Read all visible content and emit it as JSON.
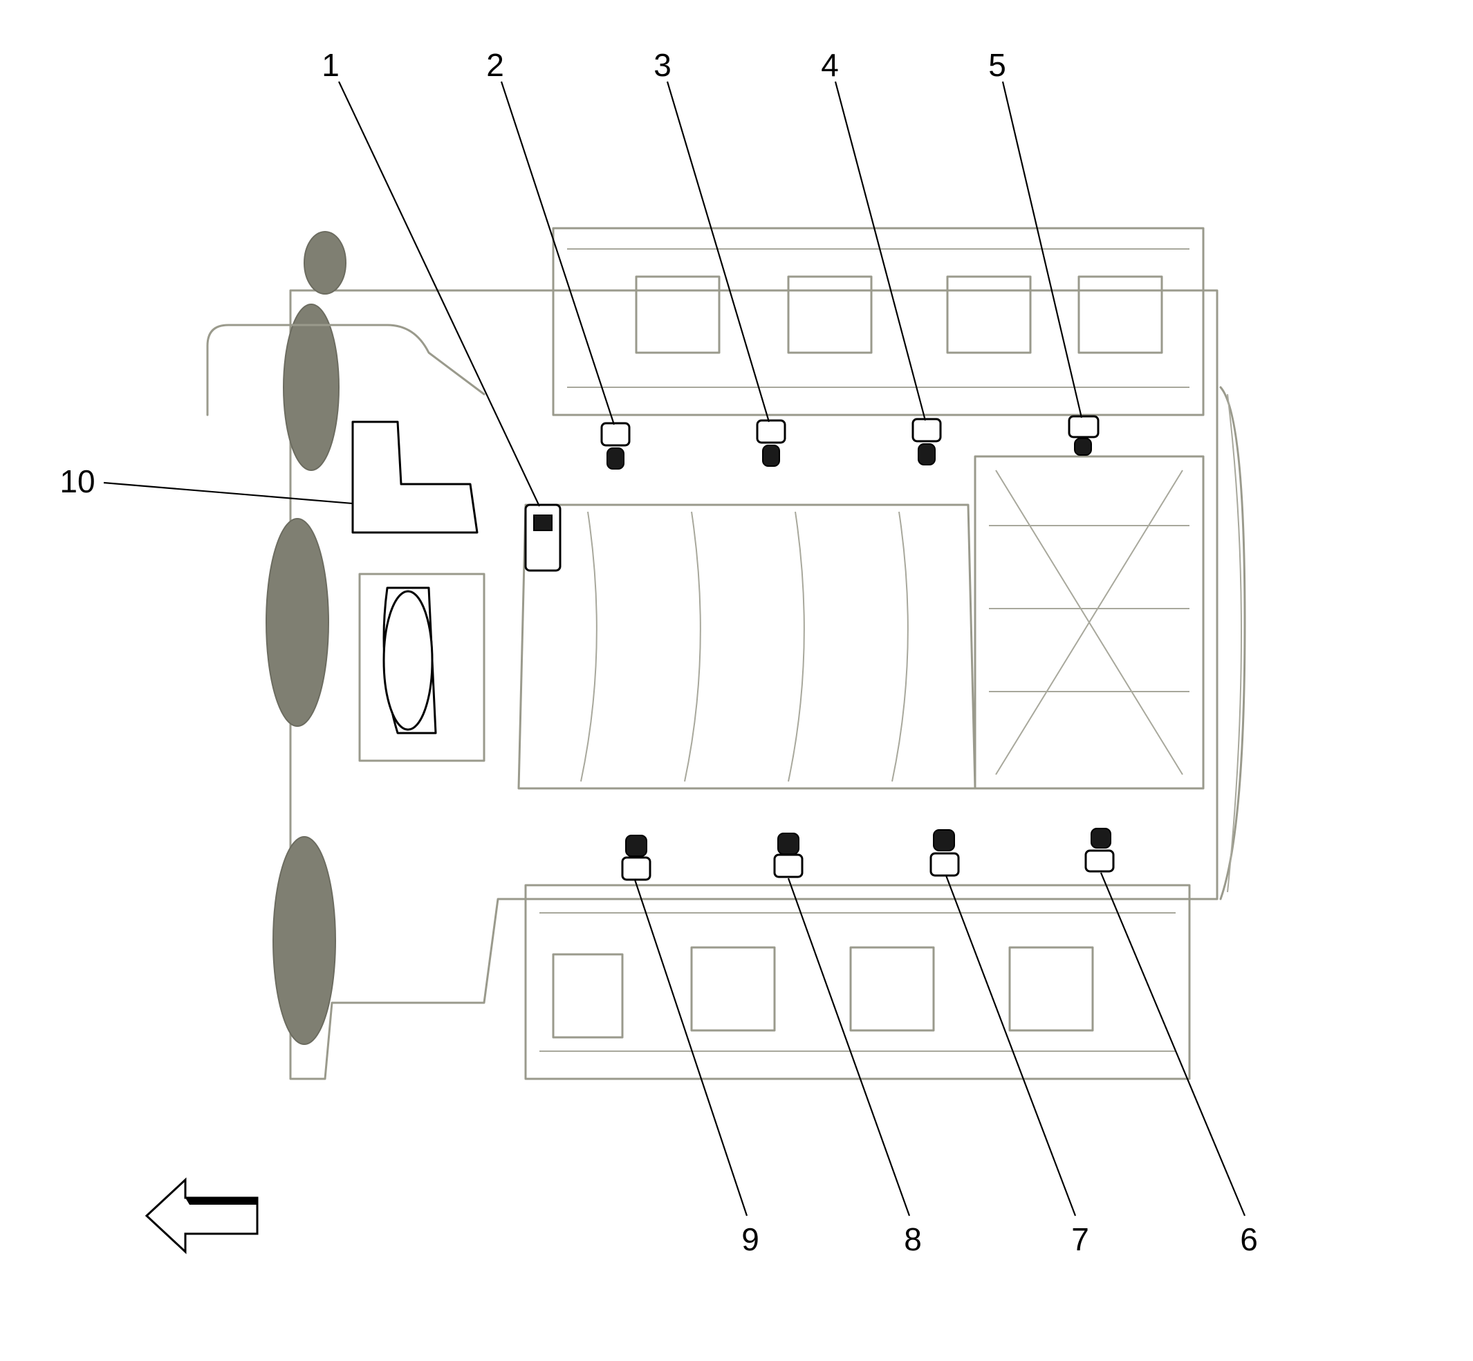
{
  "diagram": {
    "callouts": [
      {
        "id": "1",
        "label": "1"
      },
      {
        "id": "2",
        "label": "2"
      },
      {
        "id": "3",
        "label": "3"
      },
      {
        "id": "4",
        "label": "4"
      },
      {
        "id": "5",
        "label": "5"
      },
      {
        "id": "6",
        "label": "6"
      },
      {
        "id": "7",
        "label": "7"
      },
      {
        "id": "8",
        "label": "8"
      },
      {
        "id": "9",
        "label": "9"
      },
      {
        "id": "10",
        "label": "10"
      }
    ],
    "direction_arrow": "arrow-left-icon",
    "colors": {
      "engine_line": "#9a9a8c",
      "engine_fill": "#7f7f72",
      "highlight": "#000000"
    }
  }
}
